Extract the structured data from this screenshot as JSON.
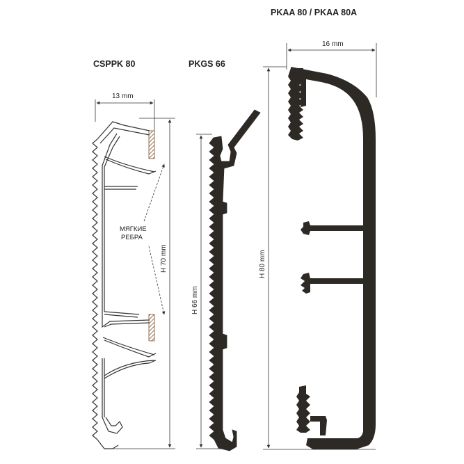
{
  "profiles": {
    "csppk": {
      "name": "CSPPK 80",
      "width_label": "13 mm",
      "height_label": "H 70 mm"
    },
    "pkgs": {
      "name": "PKGS 66",
      "height_label": "H 66 mm"
    },
    "pkaa": {
      "name": "PKAA 80 / PKAA 80A",
      "width_label": "16 mm",
      "height_label": "H 80 mm"
    }
  },
  "annotation": {
    "line1": "МЯГКИЕ",
    "line2": "РЕБРА"
  },
  "colors": {
    "profile_fill": "#2d2a26",
    "line": "#333333",
    "hatch": "#7a5230"
  }
}
